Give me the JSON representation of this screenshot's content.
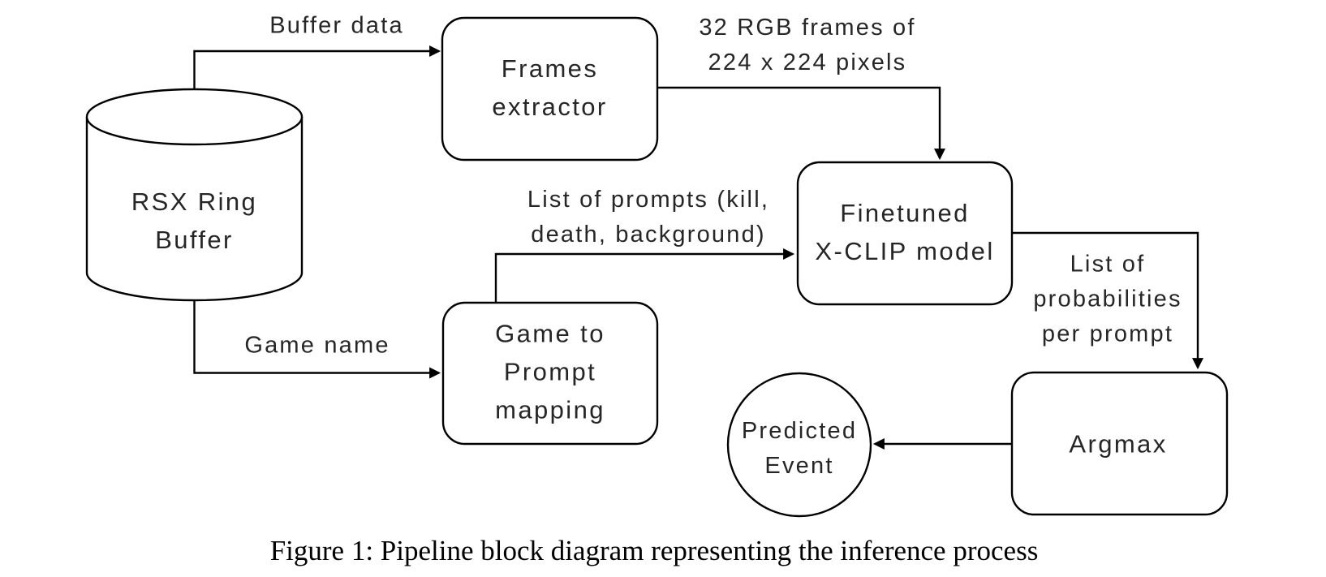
{
  "figure": {
    "caption": "Figure 1: Pipeline block diagram representing the inference process"
  },
  "colors": {
    "background": "#ffffff",
    "stroke": "#000000",
    "text": "#262626"
  },
  "nodes": {
    "rsx_ring_buffer": {
      "shape": "cylinder",
      "lines": [
        "RSX Ring",
        "Buffer"
      ]
    },
    "frames_extractor": {
      "shape": "rounded-rect",
      "lines": [
        "Frames",
        "extractor"
      ]
    },
    "game_to_prompt_mapping": {
      "shape": "rounded-rect",
      "lines": [
        "Game to",
        "Prompt",
        "mapping"
      ]
    },
    "finetuned_xclip_model": {
      "shape": "rounded-rect",
      "lines": [
        "Finetuned",
        "X-CLIP model"
      ]
    },
    "argmax": {
      "shape": "rounded-rect",
      "lines": [
        "Argmax"
      ]
    },
    "predicted_event": {
      "shape": "circle",
      "lines": [
        "Predicted",
        "Event"
      ]
    }
  },
  "edges": {
    "buffer_data": {
      "from": "rsx_ring_buffer",
      "to": "frames_extractor",
      "lines": [
        "Buffer data"
      ]
    },
    "rgb_frames": {
      "from": "frames_extractor",
      "to": "finetuned_xclip_model",
      "lines": [
        "32 RGB frames of",
        "224 x 224 pixels"
      ]
    },
    "game_name": {
      "from": "rsx_ring_buffer",
      "to": "game_to_prompt_mapping",
      "lines": [
        "Game name"
      ]
    },
    "list_of_prompts": {
      "from": "game_to_prompt_mapping",
      "to": "finetuned_xclip_model",
      "lines": [
        "List of prompts (kill,",
        "death, background)"
      ]
    },
    "probabilities": {
      "from": "finetuned_xclip_model",
      "to": "argmax",
      "lines": [
        "List of",
        "probabilities",
        "per prompt"
      ]
    },
    "predicted": {
      "from": "argmax",
      "to": "predicted_event",
      "lines": []
    }
  }
}
